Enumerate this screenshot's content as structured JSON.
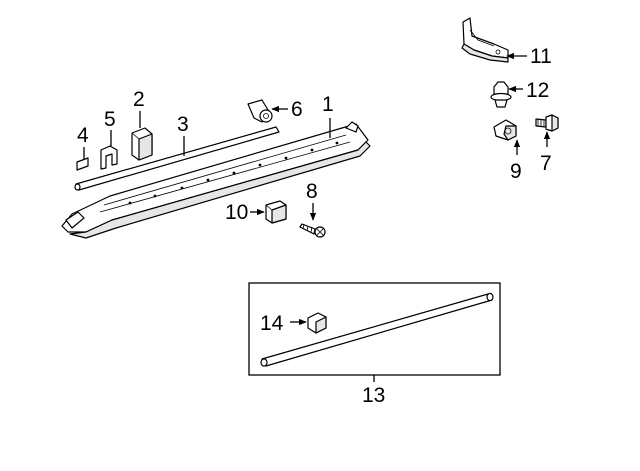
{
  "callouts": [
    "1",
    "2",
    "3",
    "4",
    "5",
    "6",
    "7",
    "8",
    "9",
    "10",
    "11",
    "12",
    "13",
    "14"
  ],
  "parts": {
    "rocker_panel": "1",
    "clip_block": "2",
    "seal_rod": "3",
    "pad": "4",
    "spring_clip": "5",
    "push_clip": "6",
    "bolt": "7",
    "screw": "8",
    "grommet": "9",
    "retainer": "10",
    "bracket": "11",
    "rivet_clip": "12",
    "molding_kit": "13",
    "molding_clip": "14"
  }
}
